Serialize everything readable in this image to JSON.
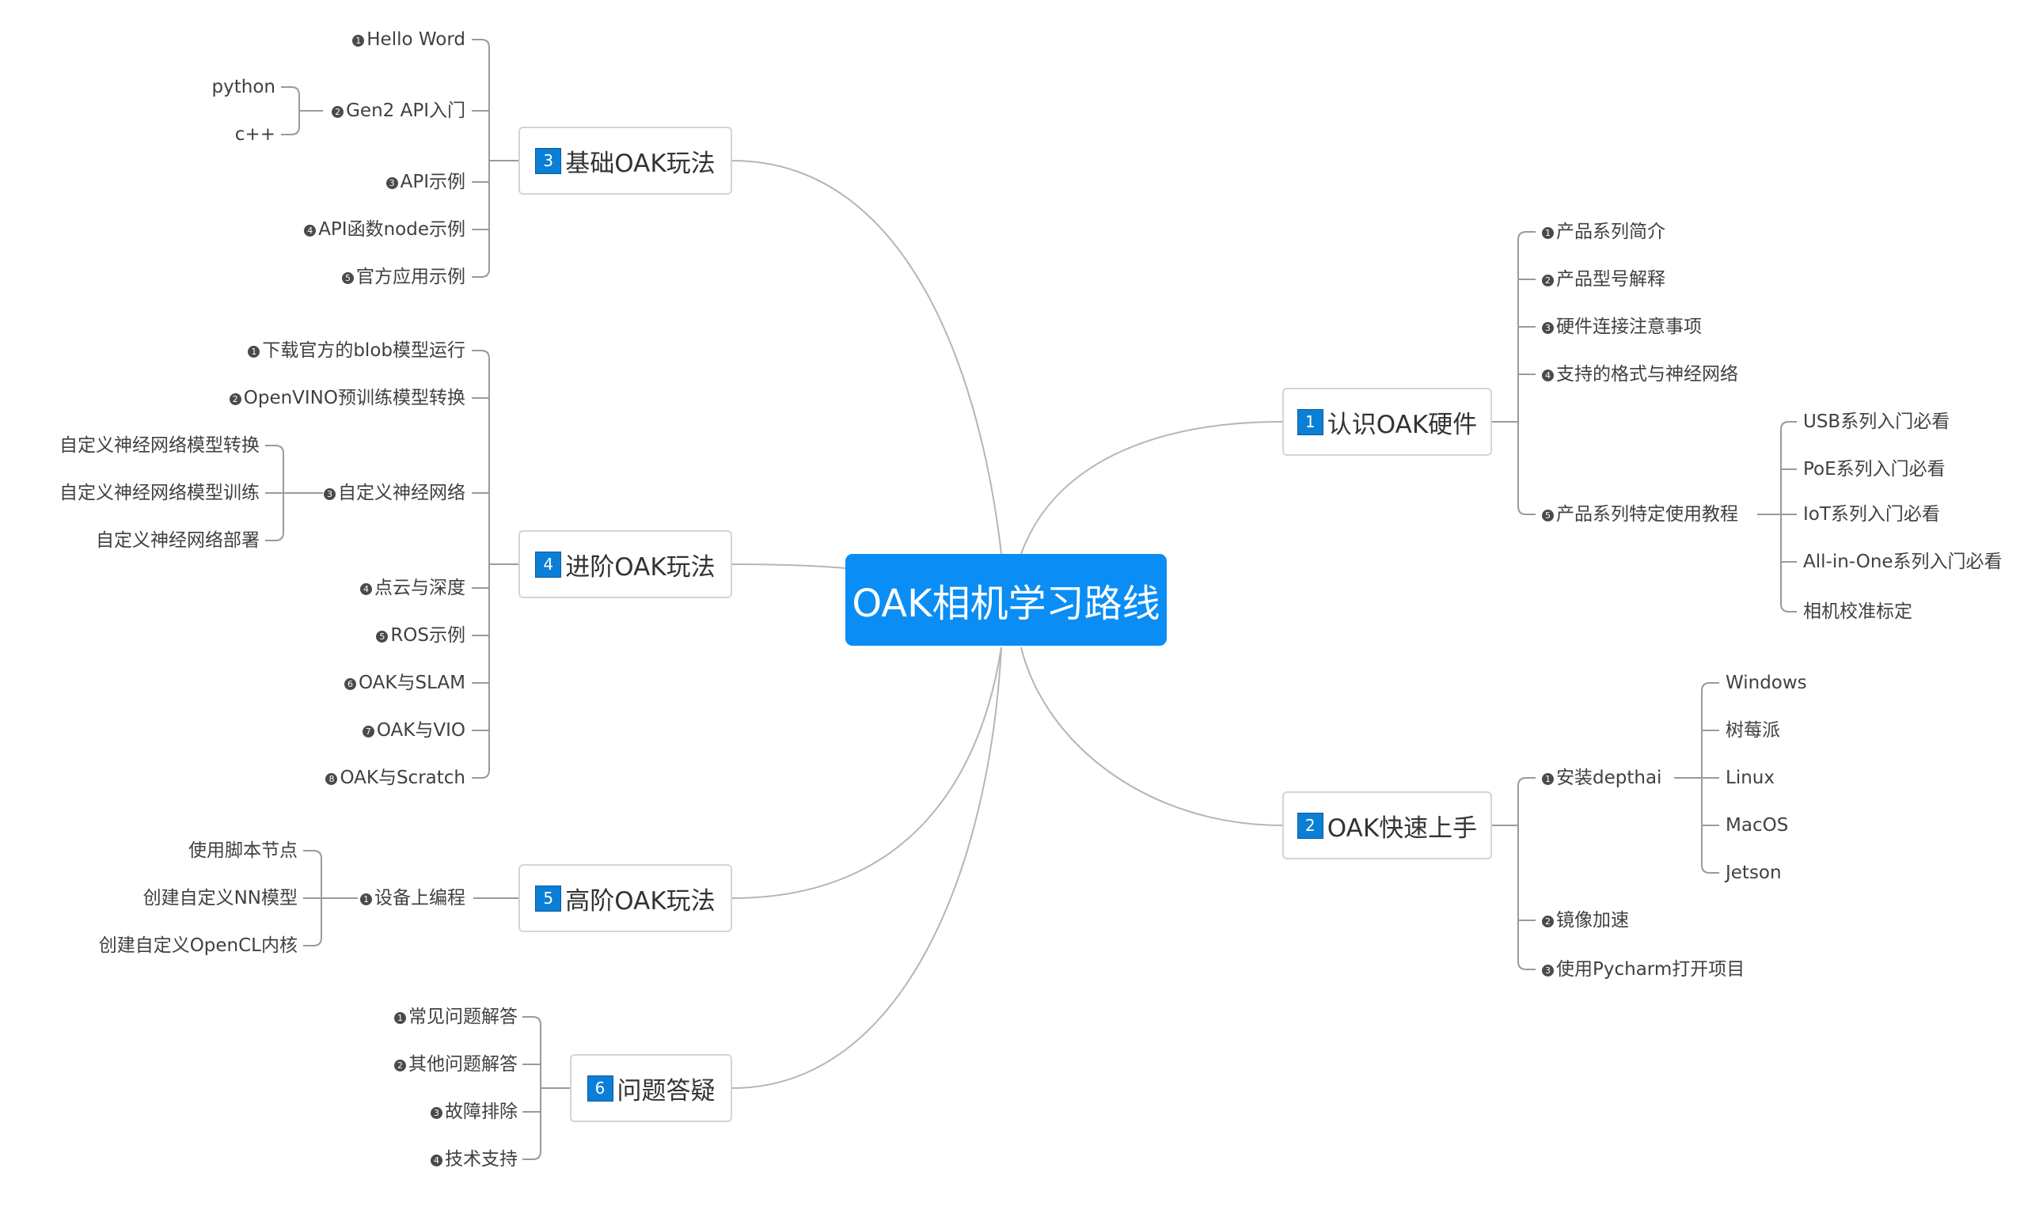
{
  "central": "OAK相机学习路线",
  "branches": {
    "b1": {
      "num": "1",
      "label": "认识OAK硬件",
      "items": {
        "i1": {
          "mark": "1",
          "text": "产品系列简介"
        },
        "i2": {
          "mark": "2",
          "text": "产品型号解释"
        },
        "i3": {
          "mark": "3",
          "text": "硬件连接注意事项"
        },
        "i4": {
          "mark": "4",
          "text": "支持的格式与神经网络"
        },
        "i5": {
          "mark": "5",
          "text": "产品系列特定使用教程",
          "children": [
            "USB系列入门必看",
            "PoE系列入门必看",
            "IoT系列入门必看",
            "All-in-One系列入门必看",
            "相机校准标定"
          ]
        }
      }
    },
    "b2": {
      "num": "2",
      "label": "OAK快速上手",
      "items": {
        "i1": {
          "mark": "1",
          "text": "安装depthai",
          "children": [
            "Windows",
            "树莓派",
            "Linux",
            "MacOS",
            "Jetson"
          ]
        },
        "i2": {
          "mark": "2",
          "text": "镜像加速"
        },
        "i3": {
          "mark": "3",
          "text": "使用Pycharm打开项目"
        }
      }
    },
    "b3": {
      "num": "3",
      "label": "基础OAK玩法",
      "items": {
        "i1": {
          "mark": "1",
          "text": "Hello Word"
        },
        "i2": {
          "mark": "2",
          "text": "Gen2 API入门",
          "children": [
            "python",
            "c++"
          ]
        },
        "i3": {
          "mark": "3",
          "text": "API示例"
        },
        "i4": {
          "mark": "4",
          "text": "API函数node示例"
        },
        "i5": {
          "mark": "5",
          "text": "官方应用示例"
        }
      }
    },
    "b4": {
      "num": "4",
      "label": "进阶OAK玩法",
      "items": {
        "i1": {
          "mark": "1",
          "text": "下载官方的blob模型运行"
        },
        "i2": {
          "mark": "2",
          "text": "OpenVINO预训练模型转换"
        },
        "i3": {
          "mark": "3",
          "text": "自定义神经网络",
          "children": [
            "自定义神经网络模型转换",
            "自定义神经网络模型训练",
            "自定义神经网络部署"
          ]
        },
        "i4": {
          "mark": "4",
          "text": "点云与深度"
        },
        "i5": {
          "mark": "5",
          "text": "ROS示例"
        },
        "i6": {
          "mark": "6",
          "text": "OAK与SLAM"
        },
        "i7": {
          "mark": "7",
          "text": "OAK与VIO"
        },
        "i8": {
          "mark": "8",
          "text": "OAK与Scratch"
        }
      }
    },
    "b5": {
      "num": "5",
      "label": "高阶OAK玩法",
      "items": {
        "i1": {
          "mark": "1",
          "text": "设备上编程",
          "children": [
            "使用脚本节点",
            "创建自定义NN模型",
            "创建自定义OpenCL内核"
          ]
        }
      }
    },
    "b6": {
      "num": "6",
      "label": "问题答疑",
      "items": {
        "i1": {
          "mark": "1",
          "text": "常见问题解答"
        },
        "i2": {
          "mark": "2",
          "text": "其他问题解答"
        },
        "i3": {
          "mark": "3",
          "text": "故障排除"
        },
        "i4": {
          "mark": "4",
          "text": "技术支持"
        }
      }
    }
  },
  "colors": {
    "central": "#0A8EF5",
    "badge": "#0B7FD6",
    "line": "#b8b8b8",
    "text": "#404040"
  }
}
